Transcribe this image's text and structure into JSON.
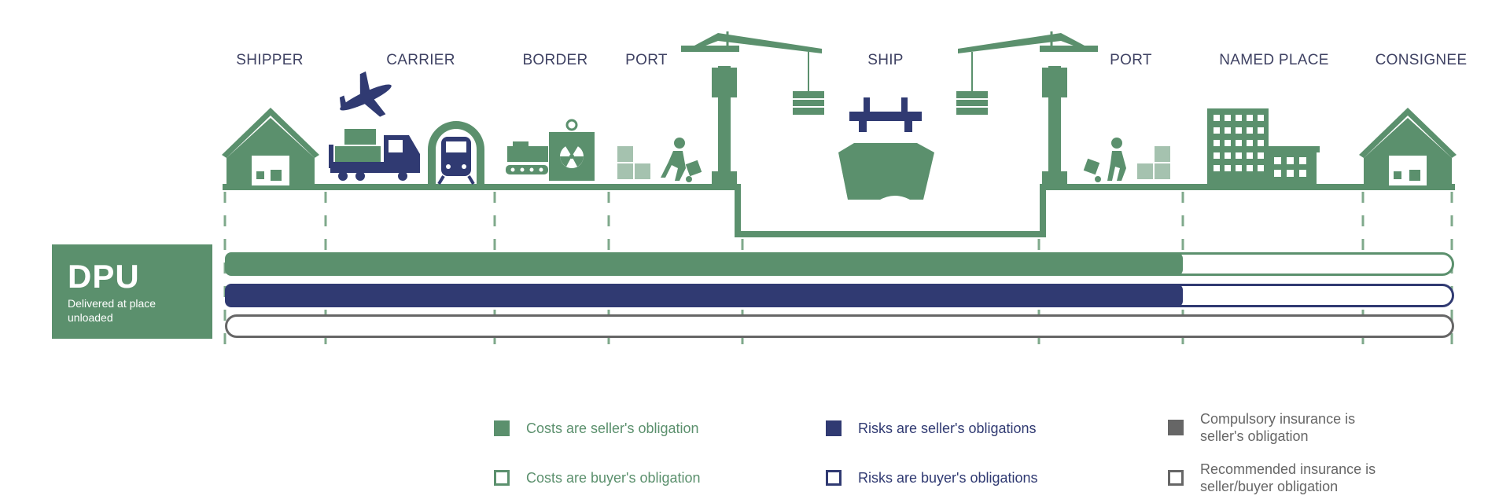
{
  "stages": [
    {
      "id": "shipper",
      "label": "SHIPPER"
    },
    {
      "id": "carrier",
      "label": "CARRIER"
    },
    {
      "id": "border",
      "label": "BORDER"
    },
    {
      "id": "port-origin",
      "label": "PORT"
    },
    {
      "id": "ship",
      "label": "SHIP"
    },
    {
      "id": "port-destination",
      "label": "PORT"
    },
    {
      "id": "named-place",
      "label": "NAMED PLACE"
    },
    {
      "id": "consignee",
      "label": "CONSIGNEE"
    }
  ],
  "term": {
    "code": "DPU",
    "description": "Delivered at place unloaded"
  },
  "obligation_bars": [
    {
      "type": "costs",
      "seller_until_stage": "named-place",
      "color": "#5b906d"
    },
    {
      "type": "risks",
      "seller_until_stage": "named-place",
      "color": "#303a72"
    },
    {
      "type": "insurance",
      "seller_until_stage": null,
      "color": "#666666"
    }
  ],
  "legend": [
    {
      "text": "Costs are seller's obligation",
      "style": "filled",
      "color": "#5b906d"
    },
    {
      "text": "Costs are buyer's obligation",
      "style": "outline",
      "color": "#5b906d"
    },
    {
      "text": "Risks are seller's obligations",
      "style": "filled",
      "color": "#303a72"
    },
    {
      "text": "Risks are buyer's obligations",
      "style": "outline",
      "color": "#303a72"
    },
    {
      "text": "Compulsory insurance is\nseller's obligation",
      "style": "filled",
      "color": "#666666"
    },
    {
      "text": "Recommended insurance is\nseller/buyer obligation",
      "style": "outline",
      "color": "#666666"
    }
  ],
  "icons": [
    "warehouse-icon",
    "airplane-icon",
    "truck-icon",
    "train-icon",
    "luggage-scanner-icon",
    "radiation-scanner-icon",
    "crates-icon",
    "porter-trolley-icon",
    "crane-icon",
    "ship-icon",
    "waves-icon",
    "building-icon",
    "warehouse-icon"
  ],
  "colors": {
    "green": "#5b906d",
    "navy": "#303a72",
    "gray": "#666666",
    "text": "#3f4263"
  }
}
